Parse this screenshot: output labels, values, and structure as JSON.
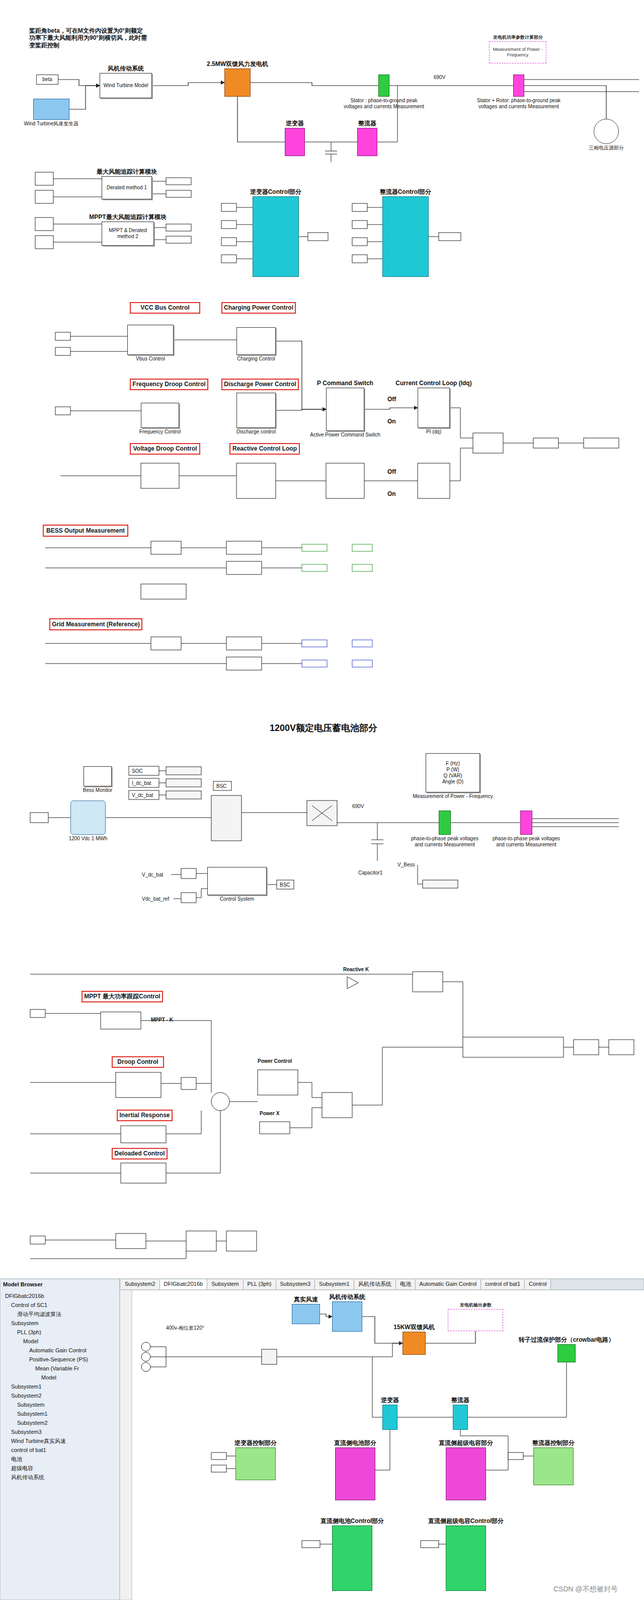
{
  "diagram": {
    "nodes": [
      {
        "text": [
          "beta"
        ]
      },
      {
        "text": [
          "Wind Turbine风速发生器"
        ]
      },
      {
        "text": [
          "风机传动系统",
          "Wind Turbine Model"
        ]
      },
      {
        "text": [
          "2.5MW双馈风力发电机"
        ]
      },
      {
        "text": [
          "发电机功率参数计算部分",
          "Measurement of Power - Frequency"
        ]
      },
      {
        "text": [
          "Stator : phase-to-ground peak voltages and currents Measurement"
        ]
      },
      {
        "text": [
          "Stator + Rotor: phase-to-ground peak voltages and currents Measurement"
        ]
      },
      {
        "text": [
          "三相电压源部分"
        ]
      },
      {
        "text": [
          "逆变器"
        ]
      },
      {
        "text": [
          "整流器"
        ]
      },
      {
        "text": [
          "最大风能追踪计算模块",
          "Derated method 1"
        ]
      },
      {
        "text": [
          "MPPT最大风能追踪计算模块",
          "MPPT & Derated method 2"
        ]
      },
      {
        "text": [
          "逆变器Control部分"
        ]
      },
      {
        "text": [
          "整流器Control部分"
        ]
      },
      {
        "text": [
          "VCC Bus Control"
        ]
      },
      {
        "text": [
          "Vbus Control"
        ]
      },
      {
        "text": [
          "Charging Power Control"
        ]
      },
      {
        "text": [
          "Charging Control"
        ]
      },
      {
        "text": [
          "Frequency Droop Control"
        ]
      },
      {
        "text": [
          "Frequency Control"
        ]
      },
      {
        "text": [
          "Discharge Power Control"
        ]
      },
      {
        "text": [
          "Discharge control"
        ]
      },
      {
        "text": [
          "P Command Switch",
          "Active Power Command Switch"
        ]
      },
      {
        "text": [
          "Current Control Loop (Idq)",
          "PI (dq)"
        ]
      },
      {
        "text": [
          "Voltage Droop Control"
        ]
      },
      {
        "text": [
          "Reactive Control Loop"
        ]
      },
      {
        "text": [
          "BESS Output Measurement"
        ]
      },
      {
        "text": [
          "Grid Measurement (Reference)"
        ]
      },
      {
        "text": [
          "Bess Monitor"
        ]
      },
      {
        "text": [
          "1200 Vdc 1 MWh"
        ]
      },
      {
        "text": [
          "Control System"
        ]
      },
      {
        "text": [
          "F (Hz)",
          "P (W)",
          "Q (VAR)",
          "Angle (D)",
          "Measurement of Power - Frequency"
        ]
      },
      {
        "text": [
          "phase-to-phase peak voltages and currents Measurement"
        ]
      },
      {
        "text": [
          "phase-to-phase peak voltages and currents Measurement"
        ]
      },
      {
        "text": [
          "MPPT 最大功率跟踪Control"
        ]
      },
      {
        "text": [
          "Droop Control"
        ]
      },
      {
        "text": [
          "Inertial Response"
        ]
      },
      {
        "text": [
          "Deloaded Control"
        ]
      },
      {
        "text": [
          "真实风速"
        ]
      },
      {
        "text": [
          "风机传动系统"
        ]
      },
      {
        "text": [
          "15KW双馈风机"
        ]
      },
      {
        "text": [
          "发电机输出参数"
        ]
      },
      {
        "text": [
          "转子过流保护部分（crowbar电路）"
        ]
      },
      {
        "text": [
          "逆变器"
        ]
      },
      {
        "text": [
          "整流器"
        ]
      },
      {
        "text": [
          "逆变器控制部分"
        ]
      },
      {
        "text": [
          "直流侧电池部分"
        ]
      },
      {
        "text": [
          "直流侧超级电容部分"
        ]
      },
      {
        "text": [
          "整流器控制部分"
        ]
      },
      {
        "text": [
          "直流侧电池Control部分"
        ]
      },
      {
        "text": [
          "直流侧超级电容Control部分"
        ]
      }
    ],
    "edges": [
      {
        "from": 0,
        "to": 2,
        "arrow": "to"
      },
      {
        "from": 1,
        "to": 2,
        "arrow": "to"
      },
      {
        "from": 2,
        "to": 3,
        "arrow": "to"
      },
      {
        "from": 3,
        "to": 5,
        "arrow": "none"
      },
      {
        "from": 5,
        "to": 6,
        "arrow": "none"
      },
      {
        "from": 6,
        "to": 7,
        "arrow": "none"
      },
      {
        "from": 3,
        "to": 8,
        "arrow": "none"
      },
      {
        "from": 8,
        "to": 9,
        "arrow": "none"
      },
      {
        "from": 17,
        "to": 22,
        "arrow": "to"
      },
      {
        "from": 21,
        "to": 22,
        "arrow": "to"
      },
      {
        "from": 22,
        "to": 23,
        "arrow": "to"
      },
      {
        "from": 38,
        "to": 39,
        "arrow": "to"
      },
      {
        "from": 39,
        "to": 40,
        "arrow": "to"
      },
      {
        "from": 40,
        "to": 41,
        "arrow": "none"
      },
      {
        "from": 43,
        "to": 44,
        "arrow": "none"
      }
    ],
    "labels": [
      "桨距角beta，可在M文件内设置为0°则额定功率下最大风能利用为90°则横切风，此时需变桨距控制",
      "690V",
      "Off",
      "On",
      "Off",
      "On",
      "1200V额定电压蓄电池部分",
      "SOC",
      "I_dc_bat",
      "V_dc_bat",
      "BSC",
      "690V",
      "Capacitor1",
      "V_dc_bat",
      "Vdc_bat_ref",
      "BSC",
      "V_Bess",
      "Reactive K",
      "MPPT - K",
      "Power Control",
      "Power X",
      "Model Browser",
      "DFIGbatc2016b",
      "Control of SC1",
      "滑动平均滤波算法",
      "Subsystem",
      "PLL (3ph)",
      "Model",
      "Automatic Gain Control",
      "Positive-Sequence (PS)",
      "Mean (Variable Fr",
      "Model",
      "Subsystem1",
      "Subsystem2",
      "Subsystem",
      "Subsystem1",
      "Subsystem2",
      "Subsystem3",
      "Wind Turbine真实风速",
      "control of bat1",
      "电池",
      "超级电容",
      "风机传动系统",
      "Subsystem2",
      "DFIGbatc2016b",
      "Subsystem",
      "PLL (3ph)",
      "Subsystem3",
      "Subsystem1",
      "风机传动系统",
      "电池",
      "Automatic Gain Control",
      "control of bat1",
      "Control",
      "400v-相位差120°",
      "CSDN @不想被封号"
    ]
  }
}
